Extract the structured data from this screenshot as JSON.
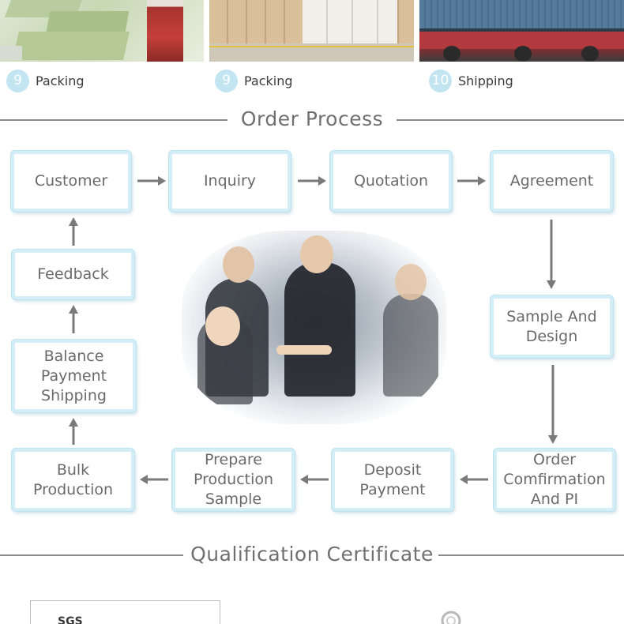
{
  "steps": [
    {
      "num": "9",
      "label": "Packing"
    },
    {
      "num": "9",
      "label": "Packing"
    },
    {
      "num": "10",
      "label": "Shipping"
    }
  ],
  "order_process": {
    "title": "Order Process",
    "boxes": {
      "customer": "Customer",
      "inquiry": "Inquiry",
      "quotation": "Quotation",
      "agreement": "Agreement",
      "sample_design": "Sample And Design",
      "order_confirmation": "Order Comfirmation And PI",
      "deposit_payment": "Deposit Payment",
      "prepare_sample": "Prepare Production Sample",
      "bulk_production": "Bulk Production",
      "balance_shipping": "Balance Payment Shipping",
      "feedback": "Feedback"
    }
  },
  "qualification": {
    "title": "Qualification Certificate",
    "cert_logo": "SGS"
  },
  "colors": {
    "box_border": "#d4eef7",
    "badge": "#c3e5f1",
    "arrow": "#7a7a7a",
    "rule": "#8a8a8a"
  }
}
